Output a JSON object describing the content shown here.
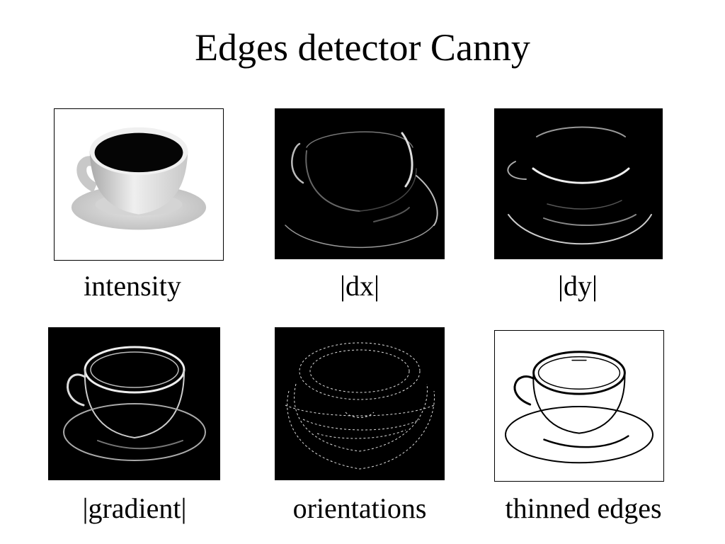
{
  "slide": {
    "title": "Edges detector Canny",
    "panels": [
      {
        "caption": "intensity"
      },
      {
        "caption": "|dx|"
      },
      {
        "caption": "|dy|"
      },
      {
        "caption": "|gradient|"
      },
      {
        "caption": "orientations"
      },
      {
        "caption": "thinned edges"
      }
    ]
  },
  "colors": {
    "background": "#ffffff",
    "text": "#000000",
    "image_dark": "#000000"
  }
}
